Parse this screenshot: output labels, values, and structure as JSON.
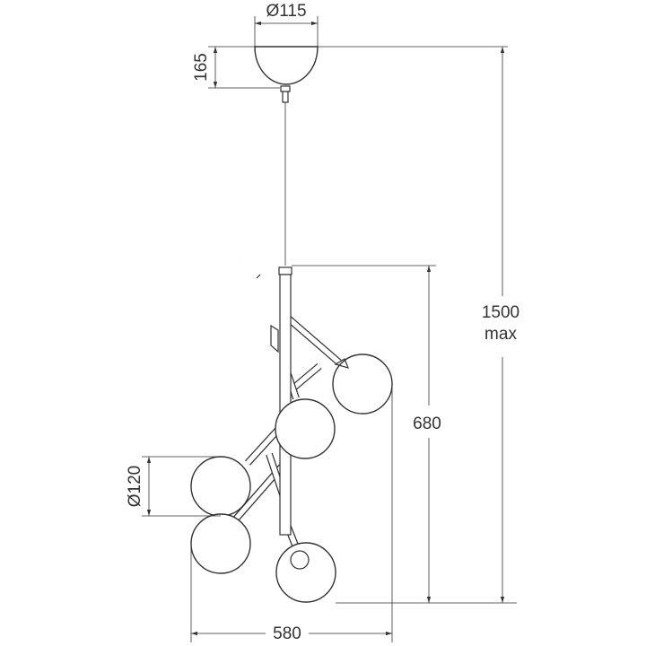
{
  "dimensions": {
    "canopy_diameter": "Ø115",
    "canopy_height": "165",
    "total_height_value": "1500",
    "total_height_suffix": "max",
    "body_height": "680",
    "globe_diameter": "Ø120",
    "total_width": "580"
  }
}
